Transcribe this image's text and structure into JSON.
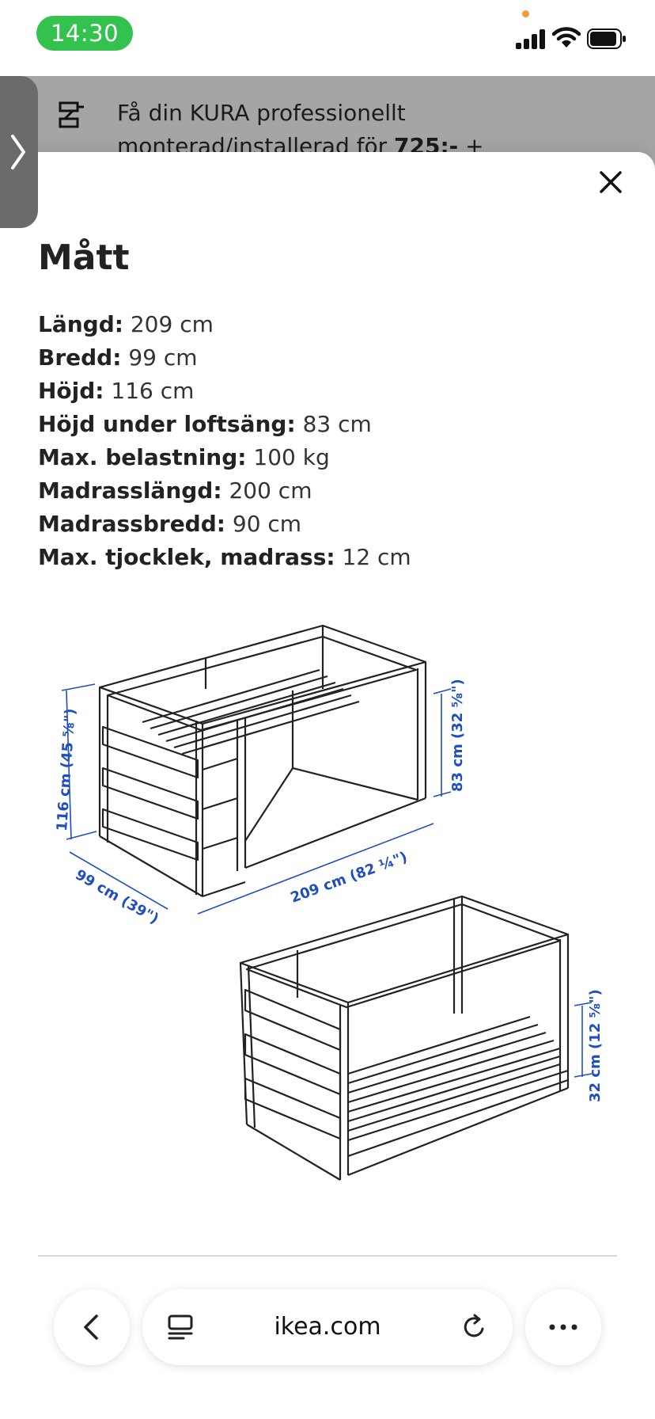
{
  "status_bar": {
    "time": "14:30"
  },
  "background_page": {
    "install_text": "Få din KURA professionellt monterad/installerad för ",
    "install_price": "725:-",
    "install_suffix": " +"
  },
  "sheet": {
    "title": "Mått",
    "dimensions": [
      {
        "label": "Längd:",
        "value": "209 cm"
      },
      {
        "label": "Bredd:",
        "value": "99 cm"
      },
      {
        "label": "Höjd:",
        "value": "116 cm"
      },
      {
        "label": "Höjd under loftsäng:",
        "value": "83 cm"
      },
      {
        "label": "Max. belastning:",
        "value": "100 kg"
      },
      {
        "label": "Madrasslängd:",
        "value": "200 cm"
      },
      {
        "label": "Madrassbredd:",
        "value": "90 cm"
      },
      {
        "label": "Max. tjocklek, madrass:",
        "value": "12 cm"
      }
    ],
    "diagram_labels": {
      "height_total": "116 cm (45 ⅝\")",
      "width": "99 cm (39\")",
      "length": "209 cm (82 ¼\")",
      "height_under": "83 cm (32 ⅝\")",
      "bed_height": "32 cm (12 ⅝\")"
    }
  },
  "browser": {
    "url": "ikea.com"
  },
  "colors": {
    "time_pill": "#33c24d",
    "dimension_blue": "#1f4fbf"
  }
}
